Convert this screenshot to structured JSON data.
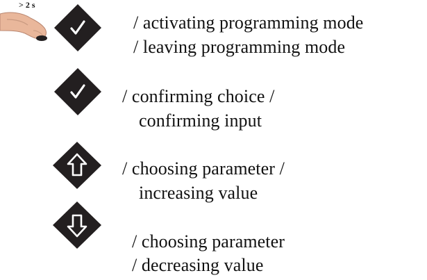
{
  "press_hint": "> 2 s",
  "rows": [
    {
      "button": "check-icon",
      "lines": [
        "/  activating programming mode",
        "/  leaving programming mode"
      ]
    },
    {
      "button": "check-icon",
      "lines": [
        "/ confirming choice /",
        "confirming input"
      ]
    },
    {
      "button": "up-arrow-icon",
      "lines": [
        "/ choosing parameter /",
        "increasing value"
      ]
    },
    {
      "button": "down-arrow-icon",
      "lines": [
        "/   choosing parameter",
        "/   decreasing value"
      ]
    }
  ],
  "colors": {
    "button_fill": "#231f20",
    "symbol": "#ffffff",
    "skin": "#e9b79b"
  }
}
